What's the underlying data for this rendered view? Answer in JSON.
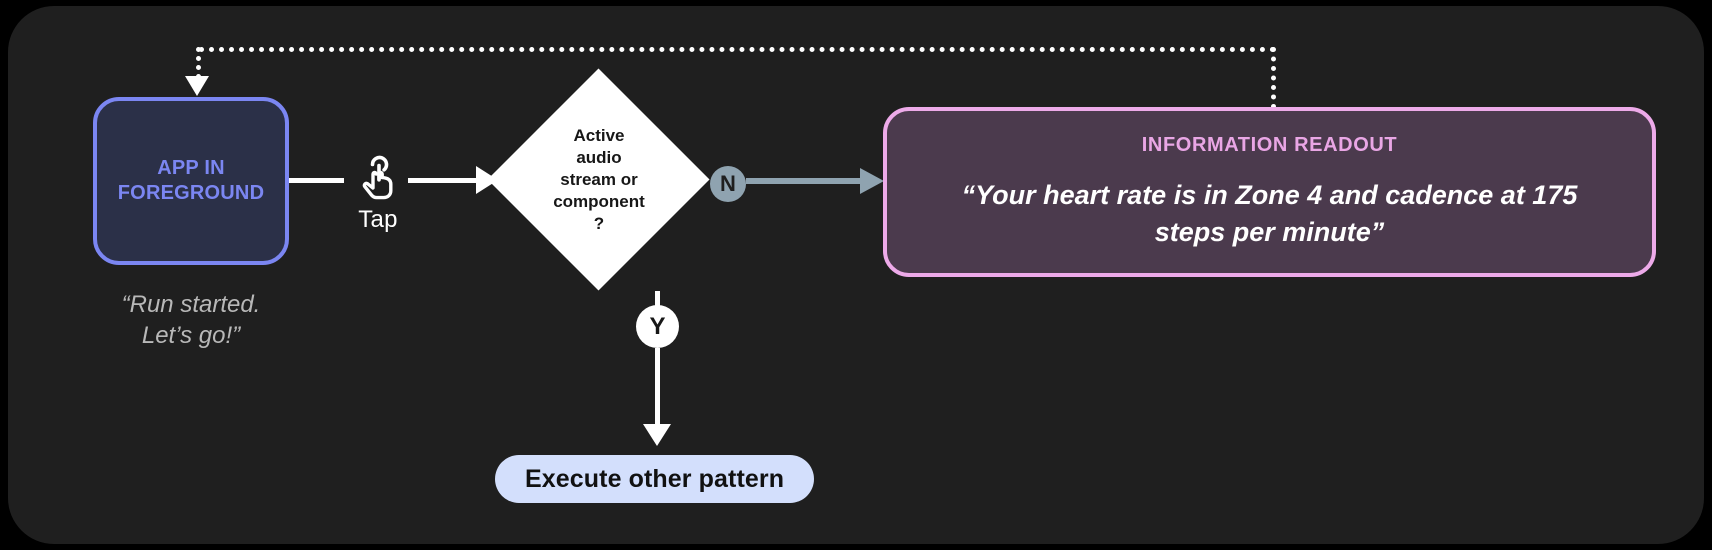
{
  "canvas": {
    "background": "#1f1f1f",
    "page_background": "#000000"
  },
  "app_node": {
    "label_line1": "APP IN",
    "label_line2": "FOREGROUND",
    "accent": "#7b86f2",
    "fill": "#2b3048",
    "caption_line1": "“Run started.",
    "caption_line2": "Let’s go!”"
  },
  "tap_step": {
    "icon": "tap-gesture-icon",
    "label": "Tap"
  },
  "decision": {
    "text_line1": "Active",
    "text_line2": "audio",
    "text_line3": "stream or",
    "text_line4": "component",
    "text_line5": "?",
    "fill": "#ffffff",
    "text_color": "#171717"
  },
  "branches": {
    "no": {
      "badge": "N",
      "badge_fill": "#8fa3b0",
      "connector_color": "#8fa3b0"
    },
    "yes": {
      "badge": "Y",
      "badge_fill": "#ffffff",
      "connector_color": "#ffffff"
    }
  },
  "execute_node": {
    "label": "Execute other pattern",
    "fill": "#d3dffc",
    "text_color": "#111111"
  },
  "readout": {
    "title": "INFORMATION READOUT",
    "body": "“Your heart rate is in Zone 4 and cadence at 175 steps per minute”",
    "accent": "#edaae9",
    "fill": "#4b3a4d"
  },
  "feedback_loop": {
    "style": "dotted",
    "color": "#ffffff"
  }
}
